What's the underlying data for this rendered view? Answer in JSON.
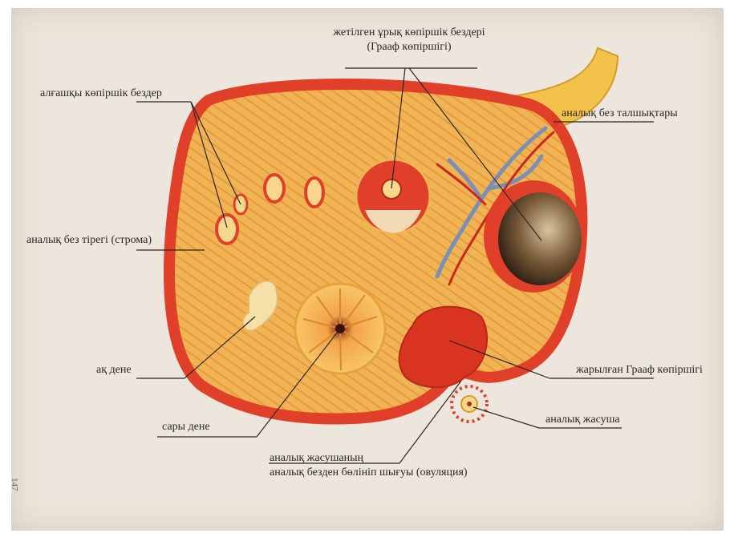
{
  "labels": {
    "mature_follicles_line1": "жетілген ұрық көпіршік бездері",
    "mature_follicles_line2": "(Грааф көпіршігі)",
    "primary_follicles": "алғашқы көпіршік бездер",
    "ovary_fimbriae": "аналық без талшықтары",
    "stroma": "аналық без тірегі (строма)",
    "corpus_albicans": "ақ дене",
    "ruptured_follicle": "жарылған Грааф көпіршігі",
    "corpus_luteum": "сары дене",
    "ovum": "аналық жасуша",
    "ovulation_line1": "аналық жасушаның",
    "ovulation_line2": "аналық безден бөлініп шығуы (овуляция)"
  },
  "page_number": "147",
  "colors": {
    "paper": "#ece6dc",
    "ovary_outer": "#e0402a",
    "ovary_fill": "#f0b454",
    "tube": "#f2c24a",
    "follicle_dark": "#2a1e14",
    "corpus_luteum": "#f6c25a",
    "vessel_blue": "#7a8fb8",
    "leader_line": "#2a2624"
  }
}
